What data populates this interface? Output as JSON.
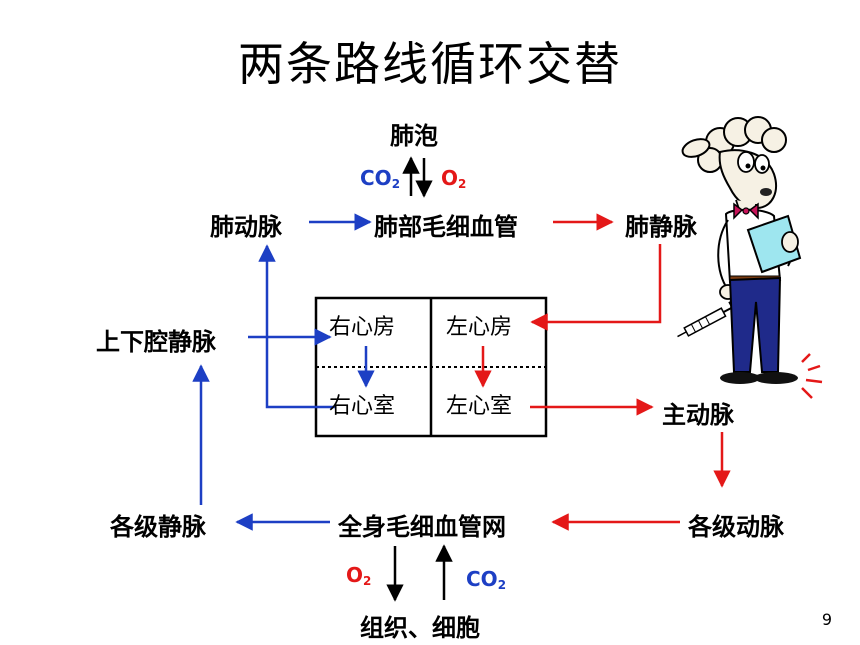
{
  "title": "两条路线循环交替",
  "nodes": {
    "alveoli": "肺泡",
    "pulmonary_artery": "肺动脉",
    "pulmonary_capillaries": "肺部毛细血管",
    "pulmonary_vein": "肺静脉",
    "vena_cava": "上下腔静脉",
    "aorta": "主动脉",
    "systemic_veins": "各级静脉",
    "systemic_capillaries": "全身毛细血管网",
    "systemic_arteries": "各级动脉",
    "tissue_cells": "组织、细胞"
  },
  "heart": {
    "right_atrium": "右心房",
    "left_atrium": "左心房",
    "right_ventricle": "右心室",
    "left_ventricle": "左心室"
  },
  "gases": {
    "top_co2": "CO",
    "top_o2": "O",
    "bottom_o2": "O",
    "bottom_co2": "CO",
    "subscript": "2"
  },
  "page_number": "9",
  "colors": {
    "deoxygenated": "#1d3fc4",
    "oxygenated": "#e41818",
    "outline": "#000000"
  },
  "illustration": "sheep-doctor-icon"
}
